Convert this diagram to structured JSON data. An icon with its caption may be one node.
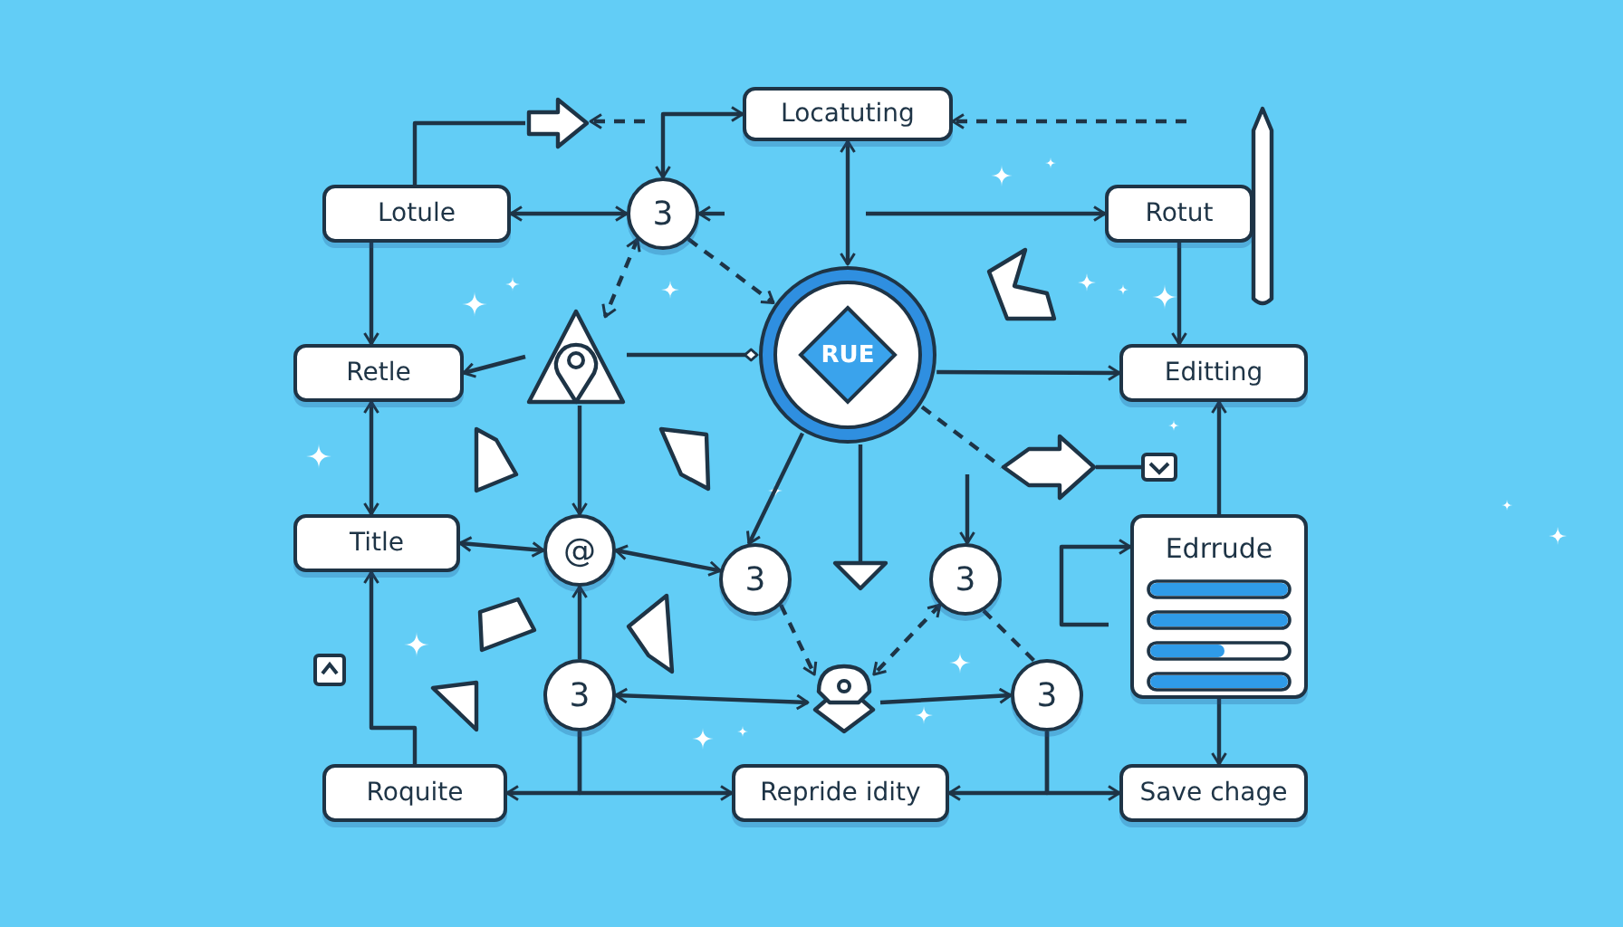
{
  "diagram": {
    "nodes": [
      {
        "text": [
          "Locatuting"
        ]
      },
      {
        "text": [
          "Lotule"
        ]
      },
      {
        "text": [
          "3"
        ]
      },
      {
        "text": [
          "Rotut"
        ]
      },
      {
        "text": [
          "RUE"
        ]
      },
      {
        "text": [
          "Retle"
        ]
      },
      {
        "text": [
          "Editting"
        ]
      },
      {
        "text": [
          "Title"
        ]
      },
      {
        "text": [
          "@"
        ]
      },
      {
        "text": [
          "3"
        ]
      },
      {
        "text": [
          "3"
        ]
      },
      {
        "text": [
          "Edrrude"
        ]
      },
      {
        "text": [
          "3"
        ]
      },
      {
        "text": [
          "3"
        ]
      },
      {
        "text": [
          "Roquite"
        ]
      },
      {
        "text": [
          "Repride idity"
        ]
      },
      {
        "text": [
          "Save chage"
        ]
      },
      {
        "text": [],
        "shape": "triangle"
      },
      {
        "text": [],
        "shape": "diamond"
      },
      {
        "text": [],
        "shape": "arrow"
      },
      {
        "text": [],
        "shape": "triangle"
      },
      {
        "text": [],
        "shape": "triangle"
      },
      {
        "text": [],
        "shape": "triangle"
      },
      {
        "text": [],
        "shape": "triangle"
      },
      {
        "text": [],
        "shape": "triangle"
      },
      {
        "text": [],
        "shape": "triangle"
      },
      {
        "text": [],
        "shape": "arrow"
      },
      {
        "text": [],
        "shape": "box"
      }
    ],
    "edges": [
      {
        "from": 1,
        "to": 2,
        "arrow": "both"
      },
      {
        "from": 2,
        "to": 0,
        "arrow": "both"
      },
      {
        "from": null,
        "to": 19,
        "arrow": "to",
        "style": "dashed"
      },
      {
        "from": null,
        "to": 2,
        "arrow": "to"
      },
      {
        "from": 4,
        "to": 0,
        "arrow": "both"
      },
      {
        "from": null,
        "to": 3,
        "arrow": "to"
      },
      {
        "from": 2,
        "to": 4,
        "arrow": "to",
        "style": "dashed"
      },
      {
        "from": 2,
        "to": 17,
        "arrow": "both",
        "style": "dashed"
      },
      {
        "from": 17,
        "to": 5,
        "arrow": "to"
      },
      {
        "from": 1,
        "to": 5,
        "arrow": "to"
      },
      {
        "from": 17,
        "to": 4,
        "arrow": "other"
      },
      {
        "from": 3,
        "to": 6,
        "arrow": "to"
      },
      {
        "from": 4,
        "to": 6,
        "arrow": "to"
      },
      {
        "from": 5,
        "to": 7,
        "arrow": "both"
      },
      {
        "from": 11,
        "to": 6,
        "arrow": "to"
      },
      {
        "from": 11,
        "to": 16,
        "arrow": "to"
      },
      {
        "from": 17,
        "to": 8,
        "arrow": "to"
      },
      {
        "from": 7,
        "to": 8,
        "arrow": "both"
      },
      {
        "from": 8,
        "to": 9,
        "arrow": "both"
      },
      {
        "from": 12,
        "to": 8,
        "arrow": "to"
      },
      {
        "from": 4,
        "to": 9,
        "arrow": "to"
      },
      {
        "from": 9,
        "to": 18,
        "arrow": "to",
        "style": "dashed"
      },
      {
        "from": 10,
        "to": 18,
        "arrow": "both",
        "style": "dashed"
      },
      {
        "from": 10,
        "to": 13,
        "arrow": "none",
        "style": "dashed"
      },
      {
        "from": 12,
        "to": 18,
        "arrow": "both"
      },
      {
        "from": 18,
        "to": 13,
        "arrow": "to"
      },
      {
        "from": 12,
        "to": 14,
        "arrow": "to"
      },
      {
        "from": 12,
        "to": 15,
        "arrow": "to"
      },
      {
        "from": 13,
        "to": 15,
        "arrow": "to"
      },
      {
        "from": 13,
        "to": 16,
        "arrow": "to"
      },
      {
        "from": 14,
        "to": 7,
        "arrow": "to"
      },
      {
        "from": null,
        "to": 10,
        "arrow": "to"
      },
      {
        "from": null,
        "to": 11,
        "arrow": "to"
      },
      {
        "from": null,
        "to": 0,
        "arrow": "to",
        "style": "dashed"
      },
      {
        "from": 1,
        "to": 19,
        "arrow": "none"
      },
      {
        "from": 4,
        "to": 25,
        "arrow": "none"
      },
      {
        "from": 4,
        "to": 26,
        "arrow": "none",
        "style": "dashed"
      },
      {
        "from": 26,
        "to": 27,
        "arrow": "none"
      }
    ]
  }
}
